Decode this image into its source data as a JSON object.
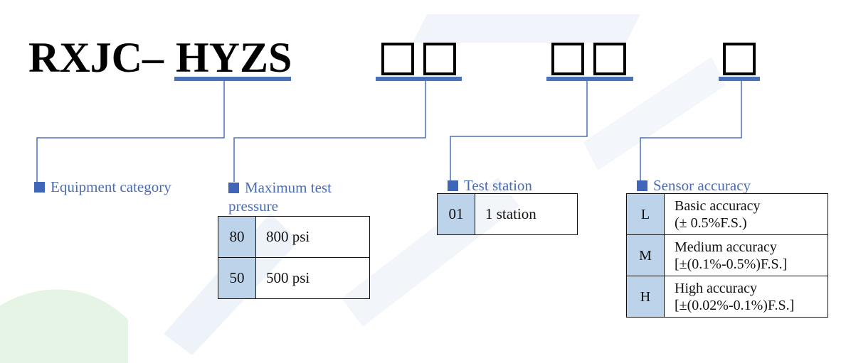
{
  "model": {
    "prefix": "RXJC–",
    "series": "HYZS"
  },
  "groups": {
    "category": {
      "label": "Equipment category"
    },
    "pressure": {
      "label_line1": "Maximum test",
      "label_line2": "pressure",
      "rows": [
        {
          "code": "80",
          "value": "800 psi"
        },
        {
          "code": "50",
          "value": "500 psi"
        }
      ]
    },
    "station": {
      "label": "Test station",
      "rows": [
        {
          "code": "01",
          "value": "1 station"
        }
      ]
    },
    "accuracy": {
      "label": "Sensor accuracy",
      "rows": [
        {
          "code": "L",
          "line1": "Basic accuracy",
          "line2": "(± 0.5%F.S.)"
        },
        {
          "code": "M",
          "line1": "Medium accuracy",
          "line2": "[±(0.1%-0.5%)F.S.]"
        },
        {
          "code": "H",
          "line1": "High accuracy",
          "line2": "[±(0.02%-0.1%)F.S.]"
        }
      ]
    }
  },
  "colors": {
    "accent": "#4a72b8",
    "label_text": "#4a6cb5",
    "code_cell": "#bdd3ea"
  }
}
